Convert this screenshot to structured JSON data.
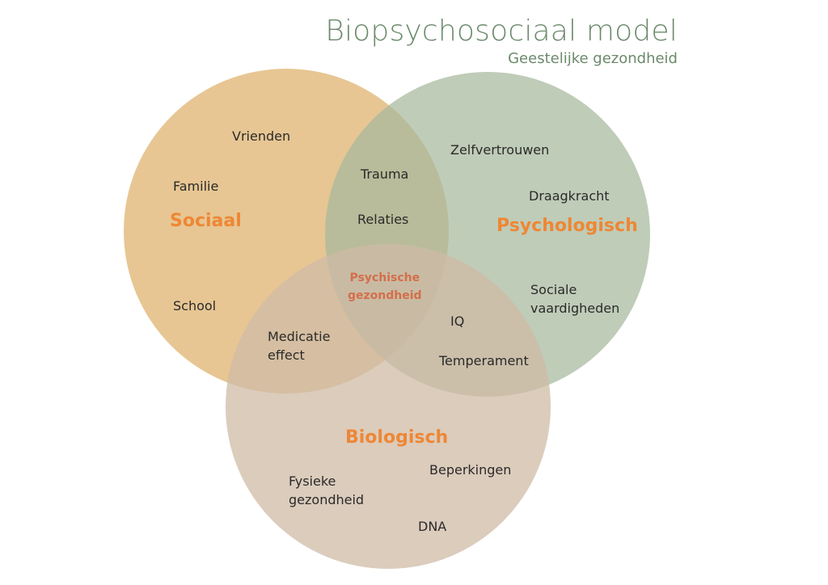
{
  "title": "Biopsychosociaal model",
  "subtitle": "Geestelijke gezondheid",
  "colors": {
    "sociaal": "#e3bc80",
    "psychologisch": "#a6b89c",
    "biologisch": "#cfbba6",
    "category_text": "#ee8735",
    "center_text": "#d46e4b",
    "title_text": "#6b8a6b"
  },
  "categories": {
    "sociaal": "Sociaal",
    "psychologisch": "Psychologisch",
    "biologisch": "Biologisch"
  },
  "center": {
    "line1": "Psychische",
    "line2": "gezondheid"
  },
  "labels": {
    "vrienden": "Vrienden",
    "familie": "Familie",
    "school": "School",
    "trauma": "Trauma",
    "relaties": "Relaties",
    "zelfvertrouwen": "Zelfvertrouwen",
    "draagkracht": "Draagkracht",
    "sociale_line1": "Sociale",
    "sociale_line2": "vaardigheden",
    "medicatie_line1": "Medicatie",
    "medicatie_line2": "effect",
    "iq": "IQ",
    "temperament": "Temperament",
    "fysieke_line1": "Fysieke",
    "fysieke_line2": "gezondheid",
    "beperkingen": "Beperkingen",
    "dna": "DNA"
  }
}
